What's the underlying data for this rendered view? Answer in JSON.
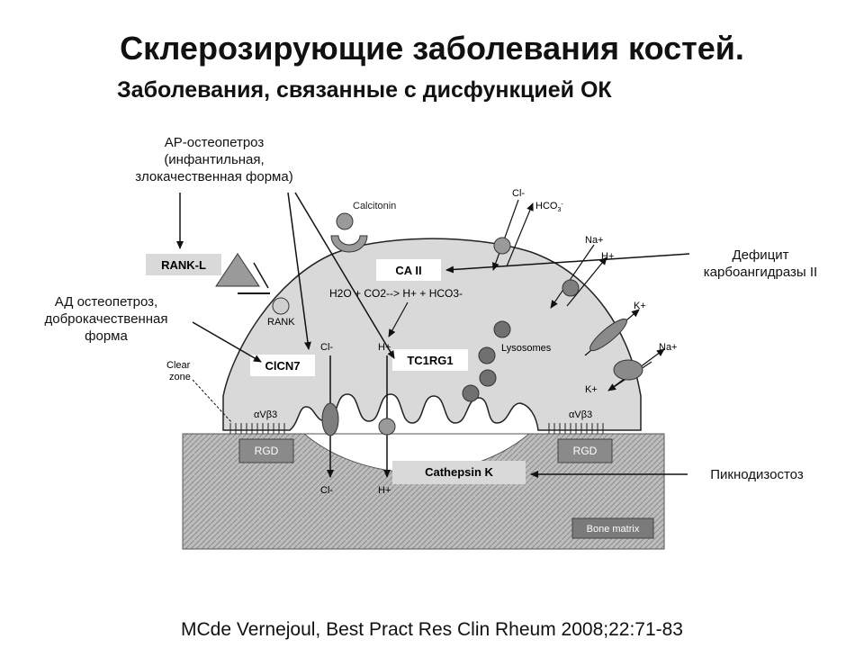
{
  "title": "Склерозирующие заболевания костей.",
  "subtitle": "Заболевания, связанные с дисфункцией ОК",
  "labels": {
    "ar_line1": "АР-остеопетроз",
    "ar_line2": "(инфантильная,",
    "ar_line3": "злокачественная форма)",
    "ad_line1": "АД остеопетроз,",
    "ad_line2": "доброкачественная",
    "ad_line3": "форма",
    "ca_line1": "Дефицит",
    "ca_line2": "карбоангидразы II",
    "pycno": "Пикнодизостоз"
  },
  "diagram": {
    "calcitonin": "Calcitonin",
    "cl_top": "Cl-",
    "hco3_top": "HCO",
    "hco3_sub": "3",
    "hco3_sup": "-",
    "na_top": "Na+",
    "h_top": "H+",
    "rank_l": "RANK-L",
    "rank": "RANK",
    "ca2": "CA II",
    "reaction": "H2O + CO2--> H+ + HCO3-",
    "k_plus": "K+",
    "na_mid": "Na+",
    "k_low": "K+",
    "lysosomes": "Lysosomes",
    "cl_in": "Cl-",
    "h_in": "H+",
    "clcn7": "ClCN7",
    "tc1rg1": "TC1RG1",
    "clear": "Clear",
    "zone": "zone",
    "integrin_left": "αVβ3",
    "integrin_right": "αVβ3",
    "rgd_left": "RGD",
    "rgd_right": "RGD",
    "cathepsin": "Cathepsin K",
    "cl_out": "Cl-",
    "h_out": "H+",
    "bone_matrix": "Bone matrix"
  },
  "citation": "MCde Vernejoul, Best Pract Res Clin Rheum 2008;22:71-83"
}
